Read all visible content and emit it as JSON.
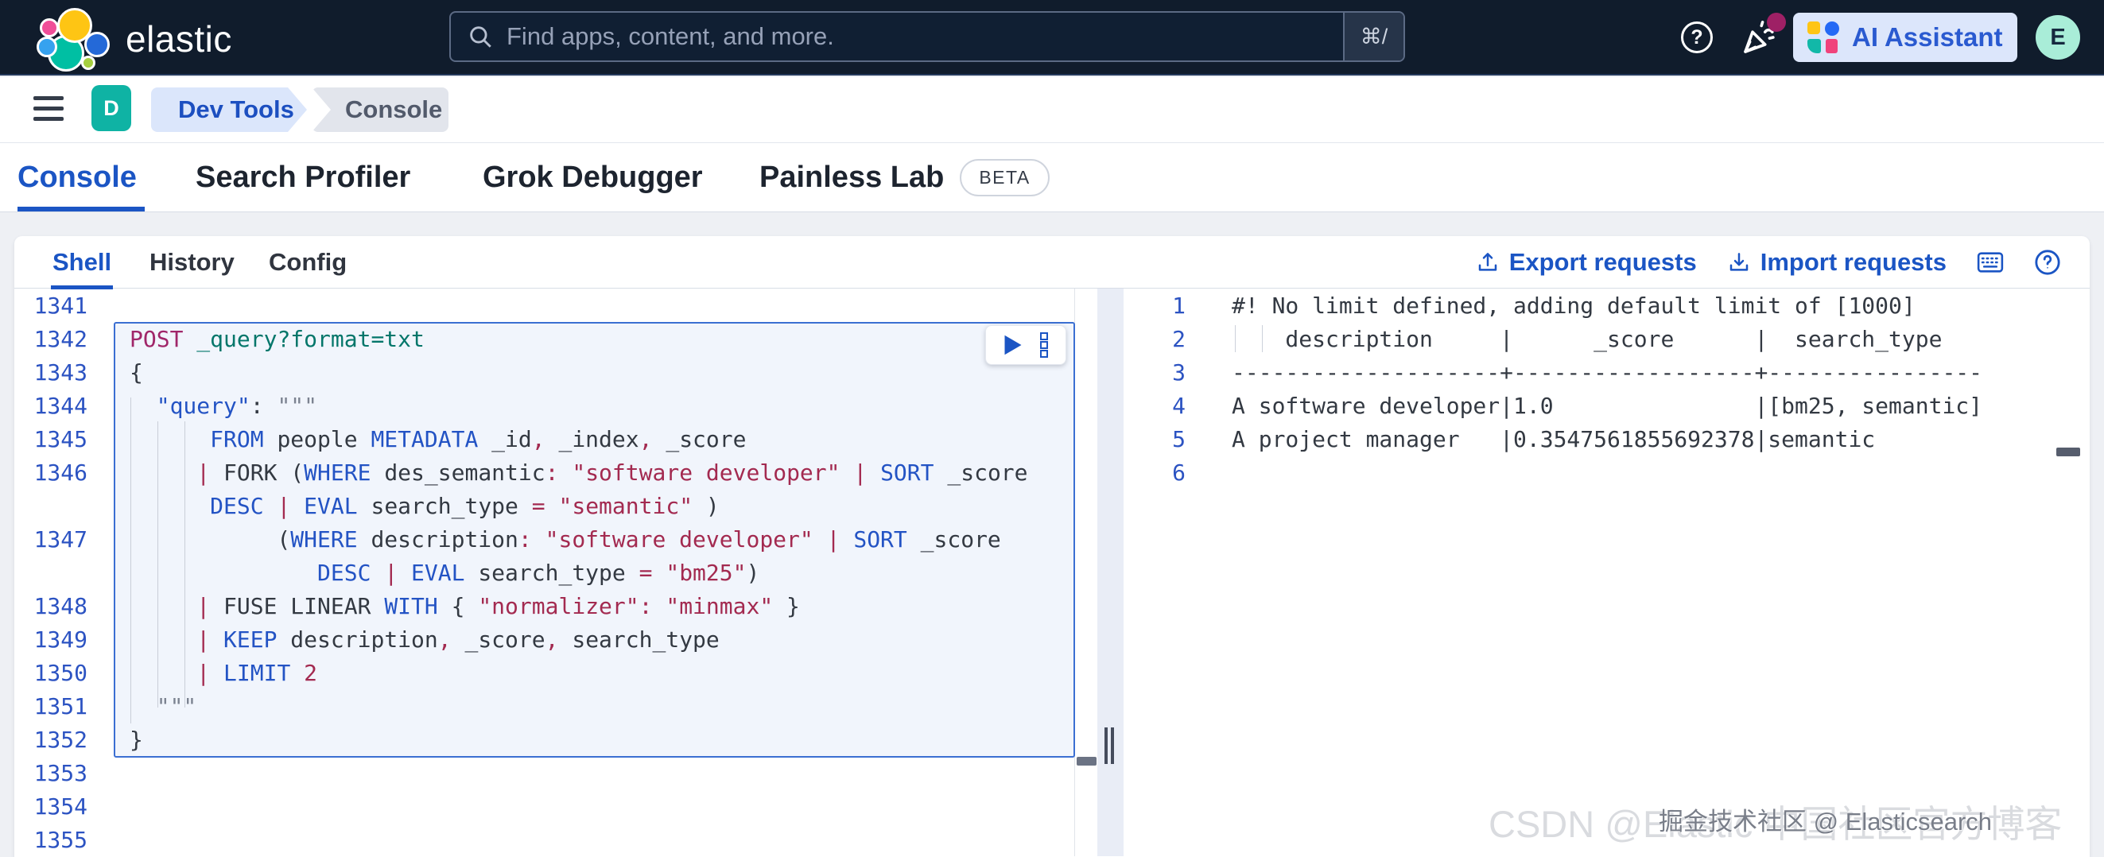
{
  "header": {
    "logo_text": "elastic",
    "search": {
      "placeholder": "Find apps, content, and more.",
      "shortcut": "⌘/"
    },
    "help_glyph": "?",
    "ai_assistant_label": "AI Assistant",
    "avatar_initial": "E"
  },
  "breadcrumbs": {
    "app_initial": "D",
    "items": [
      {
        "label": "Dev Tools"
      },
      {
        "label": "Console"
      }
    ]
  },
  "main_tabs": [
    {
      "label": "Console",
      "active": true
    },
    {
      "label": "Search Profiler",
      "active": false
    },
    {
      "label": "Grok Debugger",
      "active": false
    },
    {
      "label": "Painless Lab",
      "active": false,
      "badge": "BETA"
    }
  ],
  "console_tabs": [
    {
      "label": "Shell",
      "active": true
    },
    {
      "label": "History",
      "active": false
    },
    {
      "label": "Config",
      "active": false
    }
  ],
  "toolbar": {
    "export_label": "Export requests",
    "import_label": "Import requests"
  },
  "colors": {
    "accent_blue": "#1b55c4",
    "keyword_blue": "#2353c4",
    "string_crimson": "#a32a50",
    "method_magenta": "#a02669",
    "url_teal": "#03766a",
    "header_bg": "#101c2c",
    "teal_badge": "#0fb3a4",
    "selection_border": "#3b6fd2",
    "selection_bg": "#f1f5fc"
  },
  "editor": {
    "rows": [
      {
        "ln": "1341",
        "tokens": []
      },
      {
        "ln": "1342",
        "tokens": [
          {
            "t": "POST",
            "c": "m"
          },
          {
            "t": " ",
            "c": "d"
          },
          {
            "t": "_query?format=txt",
            "c": "u"
          }
        ]
      },
      {
        "ln": "1343",
        "tokens": [
          {
            "t": "{",
            "c": "d"
          }
        ]
      },
      {
        "ln": "1344",
        "tokens": [
          {
            "t": "  ",
            "c": "d"
          },
          {
            "t": "\"query\"",
            "c": "k"
          },
          {
            "t": ": ",
            "c": "d"
          },
          {
            "t": "\"\"\"",
            "c": "q"
          }
        ]
      },
      {
        "ln": "1345",
        "tokens": [
          {
            "t": "      ",
            "c": "d"
          },
          {
            "t": "FROM",
            "c": "k"
          },
          {
            "t": " people ",
            "c": "d"
          },
          {
            "t": "METADATA",
            "c": "k"
          },
          {
            "t": " _id",
            "c": "d"
          },
          {
            "t": ",",
            "c": "p"
          },
          {
            "t": " _index",
            "c": "d"
          },
          {
            "t": ",",
            "c": "p"
          },
          {
            "t": " _score",
            "c": "d"
          }
        ]
      },
      {
        "ln": "1346",
        "tokens": [
          {
            "t": "     ",
            "c": "d"
          },
          {
            "t": "|",
            "c": "p"
          },
          {
            "t": " FORK (",
            "c": "d"
          },
          {
            "t": "WHERE",
            "c": "k"
          },
          {
            "t": " des_semantic",
            "c": "d"
          },
          {
            "t": ":",
            "c": "p"
          },
          {
            "t": " ",
            "c": "d"
          },
          {
            "t": "\"software developer\"",
            "c": "s"
          },
          {
            "t": " ",
            "c": "d"
          },
          {
            "t": "|",
            "c": "p"
          },
          {
            "t": " ",
            "c": "d"
          },
          {
            "t": "SORT",
            "c": "k"
          },
          {
            "t": " _score",
            "c": "d"
          }
        ]
      },
      {
        "ln": "",
        "tokens": [
          {
            "t": "      ",
            "c": "d"
          },
          {
            "t": "DESC",
            "c": "k"
          },
          {
            "t": " ",
            "c": "d"
          },
          {
            "t": "|",
            "c": "p"
          },
          {
            "t": " ",
            "c": "d"
          },
          {
            "t": "EVAL",
            "c": "k"
          },
          {
            "t": " search_type ",
            "c": "d"
          },
          {
            "t": "=",
            "c": "p"
          },
          {
            "t": " ",
            "c": "d"
          },
          {
            "t": "\"semantic\"",
            "c": "s"
          },
          {
            "t": " )",
            "c": "d"
          }
        ]
      },
      {
        "ln": "1347",
        "tokens": [
          {
            "t": "           (",
            "c": "d"
          },
          {
            "t": "WHERE",
            "c": "k"
          },
          {
            "t": " description",
            "c": "d"
          },
          {
            "t": ":",
            "c": "p"
          },
          {
            "t": " ",
            "c": "d"
          },
          {
            "t": "\"software developer\"",
            "c": "s"
          },
          {
            "t": " ",
            "c": "d"
          },
          {
            "t": "|",
            "c": "p"
          },
          {
            "t": " ",
            "c": "d"
          },
          {
            "t": "SORT",
            "c": "k"
          },
          {
            "t": " _score",
            "c": "d"
          }
        ]
      },
      {
        "ln": "",
        "tokens": [
          {
            "t": "              ",
            "c": "d"
          },
          {
            "t": "DESC",
            "c": "k"
          },
          {
            "t": " ",
            "c": "d"
          },
          {
            "t": "|",
            "c": "p"
          },
          {
            "t": " ",
            "c": "d"
          },
          {
            "t": "EVAL",
            "c": "k"
          },
          {
            "t": " search_type ",
            "c": "d"
          },
          {
            "t": "=",
            "c": "p"
          },
          {
            "t": " ",
            "c": "d"
          },
          {
            "t": "\"bm25\"",
            "c": "s"
          },
          {
            "t": ")",
            "c": "d"
          }
        ]
      },
      {
        "ln": "1348",
        "tokens": [
          {
            "t": "     ",
            "c": "d"
          },
          {
            "t": "|",
            "c": "p"
          },
          {
            "t": " FUSE LINEAR ",
            "c": "d"
          },
          {
            "t": "WITH",
            "c": "k"
          },
          {
            "t": " { ",
            "c": "d"
          },
          {
            "t": "\"normalizer\"",
            "c": "s"
          },
          {
            "t": ":",
            "c": "p"
          },
          {
            "t": " ",
            "c": "d"
          },
          {
            "t": "\"minmax\"",
            "c": "s"
          },
          {
            "t": " }",
            "c": "d"
          }
        ]
      },
      {
        "ln": "1349",
        "tokens": [
          {
            "t": "     ",
            "c": "d"
          },
          {
            "t": "|",
            "c": "p"
          },
          {
            "t": " ",
            "c": "d"
          },
          {
            "t": "KEEP",
            "c": "k"
          },
          {
            "t": " description",
            "c": "d"
          },
          {
            "t": ",",
            "c": "p"
          },
          {
            "t": " _score",
            "c": "d"
          },
          {
            "t": ",",
            "c": "p"
          },
          {
            "t": " search_type",
            "c": "d"
          }
        ]
      },
      {
        "ln": "1350",
        "tokens": [
          {
            "t": "     ",
            "c": "d"
          },
          {
            "t": "|",
            "c": "p"
          },
          {
            "t": " ",
            "c": "d"
          },
          {
            "t": "LIMIT",
            "c": "k"
          },
          {
            "t": " ",
            "c": "d"
          },
          {
            "t": "2",
            "c": "s"
          }
        ]
      },
      {
        "ln": "1351",
        "tokens": [
          {
            "t": "  ",
            "c": "d"
          },
          {
            "t": "\"\"\"",
            "c": "q"
          }
        ]
      },
      {
        "ln": "1352",
        "tokens": [
          {
            "t": "}",
            "c": "d"
          }
        ]
      },
      {
        "ln": "1353",
        "tokens": []
      },
      {
        "ln": "1354",
        "tokens": []
      },
      {
        "ln": "1355",
        "tokens": []
      }
    ]
  },
  "output": {
    "rows": [
      {
        "ln": "1",
        "text": "#! No limit defined, adding default limit of [1000]"
      },
      {
        "ln": "2",
        "text": "    description     |      _score      |  search_type"
      },
      {
        "ln": "3",
        "text": "--------------------+------------------+----------------"
      },
      {
        "ln": "4",
        "text": "A software developer|1.0               |[bm25, semantic]"
      },
      {
        "ln": "5",
        "text": "A project manager   |0.3547561855692378|semantic"
      },
      {
        "ln": "6",
        "text": ""
      }
    ]
  },
  "watermarks": {
    "csdn": "CSDN @Elastic 中国社区官方博客",
    "juejin": "掘金技术社区 @ Elasticsearch"
  }
}
